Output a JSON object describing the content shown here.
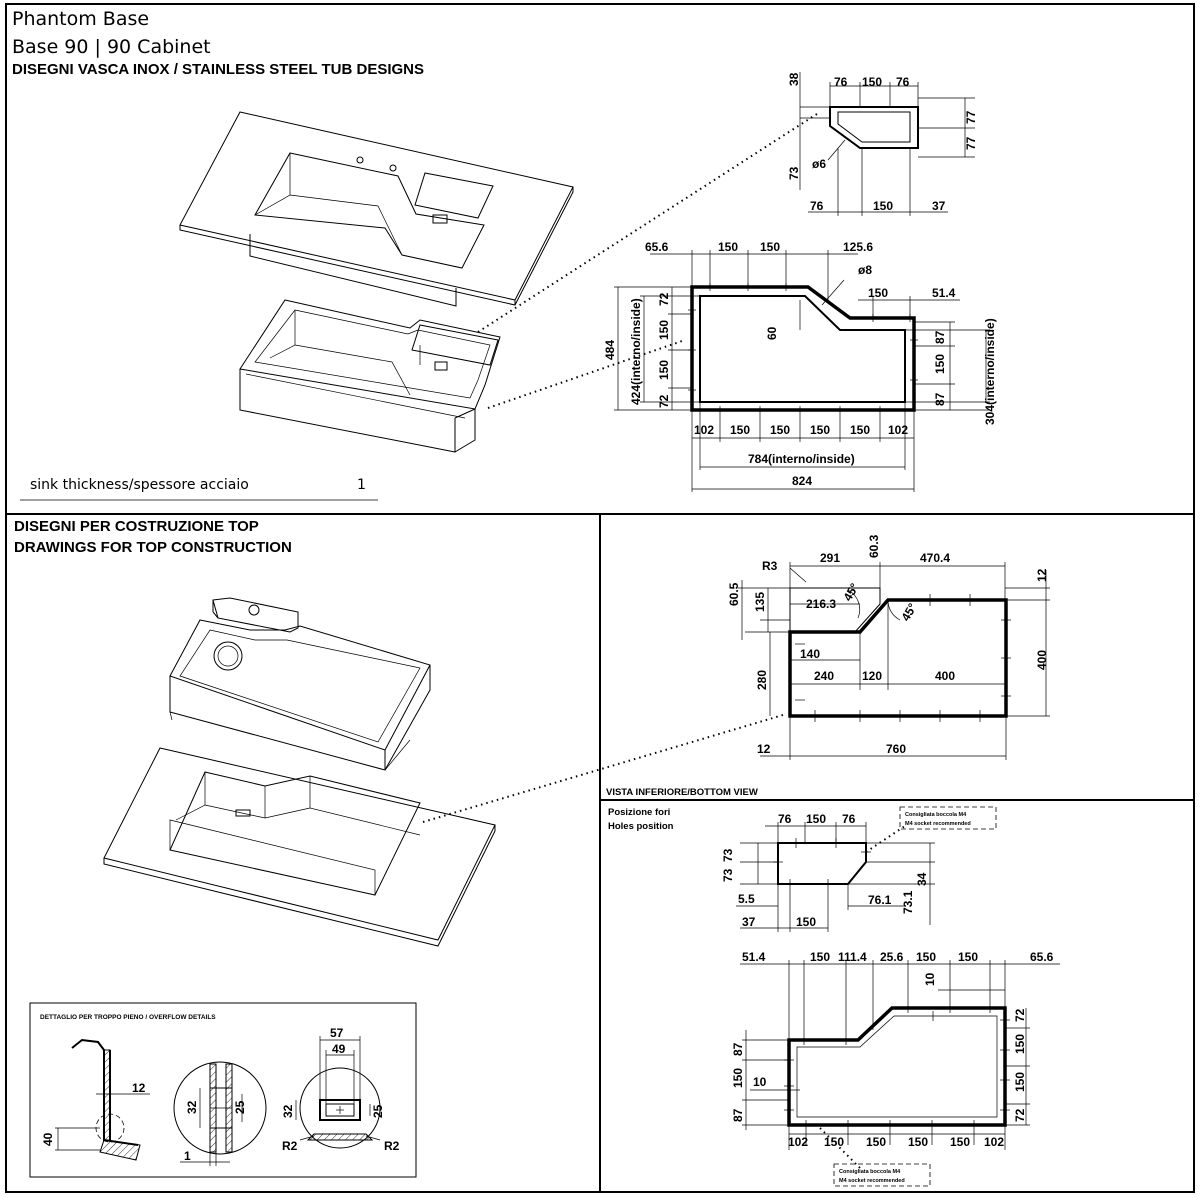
{
  "header": {
    "title": "Phantom Base",
    "subtitle": "Base 90 | 90 Cabinet",
    "section_tub": "DISEGNI VASCA INOX / STAINLESS STEEL TUB DESIGNS"
  },
  "thickness": {
    "label": "sink thickness/spessore acciaio",
    "value": "1"
  },
  "section_top": {
    "line1": "DISEGNI PER COSTRUZIONE TOP",
    "line2": "DRAWINGS FOR TOP CONSTRUCTION"
  },
  "bottom_view_label": "VISTA INFERIORE/BOTTOM VIEW",
  "holes": {
    "line1": "Posizione fori",
    "line2": "Holes position",
    "note_top_1": "Consigliata boccola M4",
    "note_top_2": "M4 socket recommended",
    "note_bottom_1": "Consigliata boccola M4",
    "note_bottom_2": "M4 socket recommended"
  },
  "overflow_label": "DETTAGLIO PER TROPPO PIENO / OVERFLOW DETAILS",
  "dims": {
    "small_tub": {
      "top_left": "76",
      "top_mid": "150",
      "top_right": "76",
      "left_38": "38",
      "left_73": "73",
      "diam": "ø6",
      "right_77a": "77",
      "right_77b": "77",
      "bot_left": "76",
      "bot_mid": "150",
      "bot_right": "37"
    },
    "main_tub": {
      "top_65": "65.6",
      "top_150a": "150",
      "top_150b": "150",
      "top_125": "125.6",
      "diam": "ø8",
      "step_150": "150",
      "step_51": "51.4",
      "inner_60": "60",
      "left_484": "484",
      "left_424": "424(interno/inside)",
      "left_72a": "72",
      "left_150a": "150",
      "left_150b": "150",
      "left_72b": "72",
      "right_87a": "87",
      "right_150": "150",
      "right_87b": "87",
      "right_304": "304(interno/inside)",
      "bot_102a": "102",
      "bot_150a": "150",
      "bot_150b": "150",
      "bot_150c": "150",
      "bot_150d": "150",
      "bot_102b": "102",
      "inner_784": "784(interno/inside)",
      "outer_824": "824"
    },
    "bottom_view": {
      "r3": "R3",
      "d291": "291",
      "d60_3": "60.3",
      "d470": "470.4",
      "d12_top": "12",
      "d60_5": "60.5",
      "d135": "135",
      "d216": "216.3",
      "ang_a": "45°",
      "ang_b": "45°",
      "d140": "140",
      "d240": "240",
      "d120": "120",
      "d400": "400",
      "d280": "280",
      "d400_right": "400",
      "d12_left": "12",
      "d760": "760"
    },
    "holes_small": {
      "top_76a": "76",
      "top_150": "150",
      "top_76b": "76",
      "left_73a": "73",
      "left_73b": "73",
      "left_5_5": "5.5",
      "right_34": "34",
      "right_73_1": "73.1",
      "mid_76_1": "76.1",
      "bot_37": "37",
      "bot_150": "150"
    },
    "holes_big": {
      "top_51": "51.4",
      "top_150a": "150",
      "top_111": "111.4",
      "top_25": "25.6",
      "top_150b": "150",
      "top_150c": "150",
      "top_65": "65.6",
      "top_10": "10",
      "left_87a": "87",
      "left_150": "150",
      "left_87b": "87",
      "left_10": "10",
      "right_72a": "72",
      "right_150a": "150",
      "right_150b": "150",
      "right_72b": "72",
      "bot_102a": "102",
      "bot_150a": "150",
      "bot_150b": "150",
      "bot_150c": "150",
      "bot_150d": "150",
      "bot_102b": "102"
    },
    "overflow": {
      "d12": "12",
      "d40": "40",
      "d32": "32",
      "d25": "25",
      "d1": "1",
      "d57": "57",
      "d49": "49",
      "d32b": "32",
      "d25b": "25",
      "r2a": "R2",
      "r2b": "R2"
    }
  }
}
